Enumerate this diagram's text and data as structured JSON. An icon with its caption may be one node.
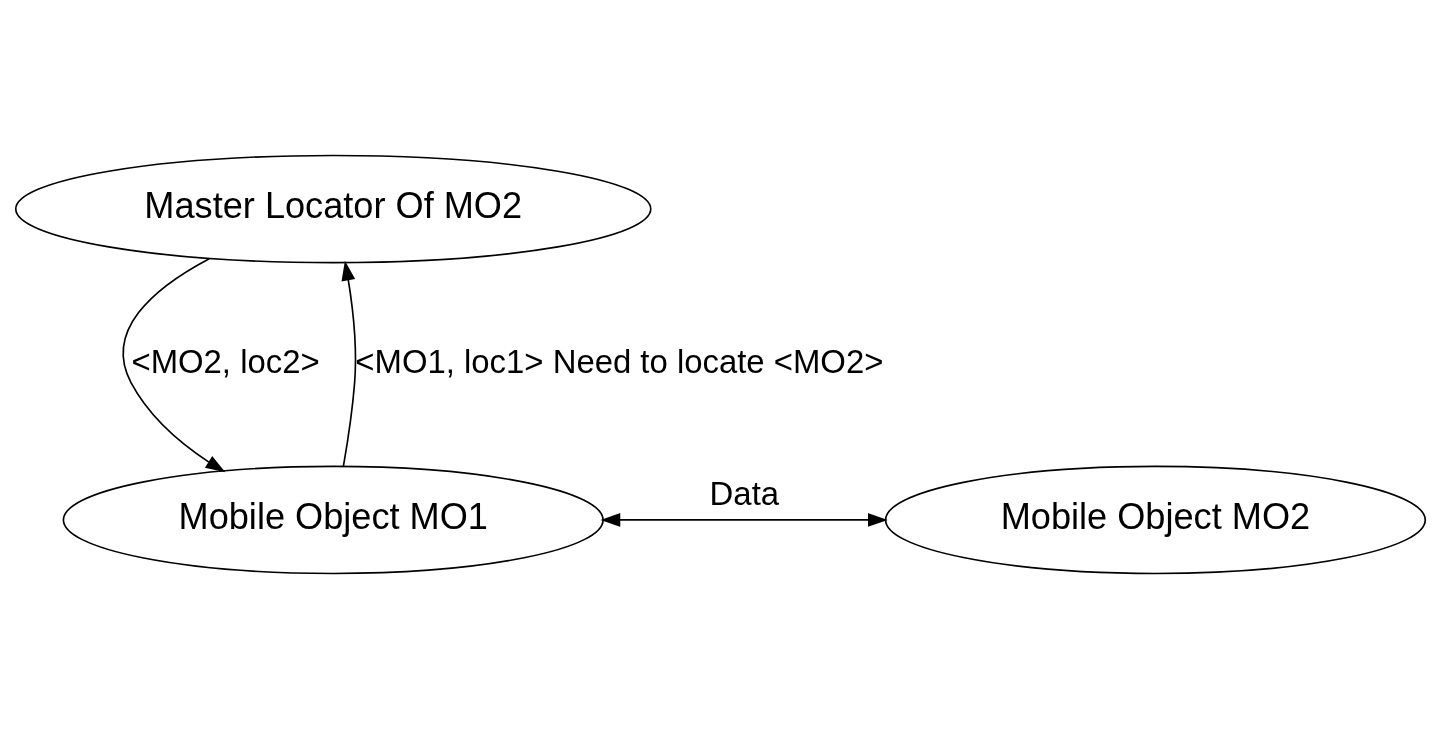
{
  "diagram": {
    "nodes": [
      {
        "text": [
          "Master Locator Of MO2"
        ]
      },
      {
        "text": [
          "Mobile Object MO1"
        ]
      },
      {
        "text": [
          "Mobile Object MO2"
        ]
      }
    ],
    "edges": [
      {
        "from": 1,
        "to": 0,
        "arrow": "to",
        "label": "<MO1, loc1> Need to locate <MO2>"
      },
      {
        "from": 0,
        "to": 1,
        "arrow": "to",
        "label": "<MO2, loc2>"
      },
      {
        "from": 1,
        "to": 2,
        "arrow": "both",
        "label": "Data"
      }
    ]
  }
}
